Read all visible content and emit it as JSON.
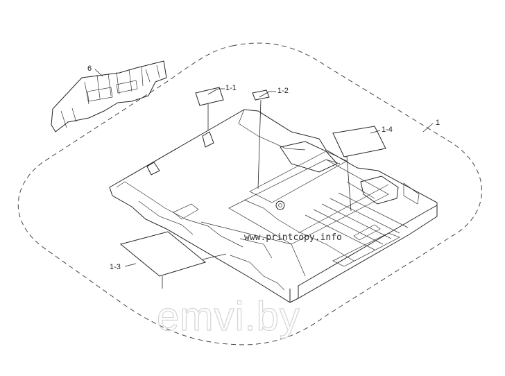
{
  "callouts": {
    "c6": "6",
    "c1_1": "1-1",
    "c1_2": "1-2",
    "c1_4": "1-4",
    "c1": "1",
    "c1_3": "1-3"
  },
  "watermarks": {
    "site": "www.printcopy.info",
    "brand": "emvi.by"
  }
}
